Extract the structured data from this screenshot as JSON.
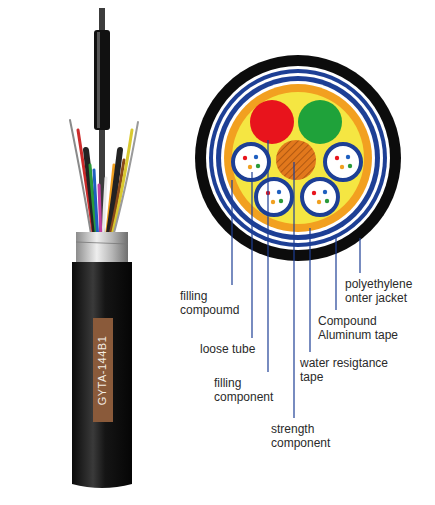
{
  "diagram": {
    "labels": [
      "GYTA-144B1",
      "polyethylene onter jacket",
      "filling compoumd",
      "Compound Aluminum tape",
      "loose tube",
      "water resigtance tape",
      "filling component",
      "strength component"
    ]
  }
}
